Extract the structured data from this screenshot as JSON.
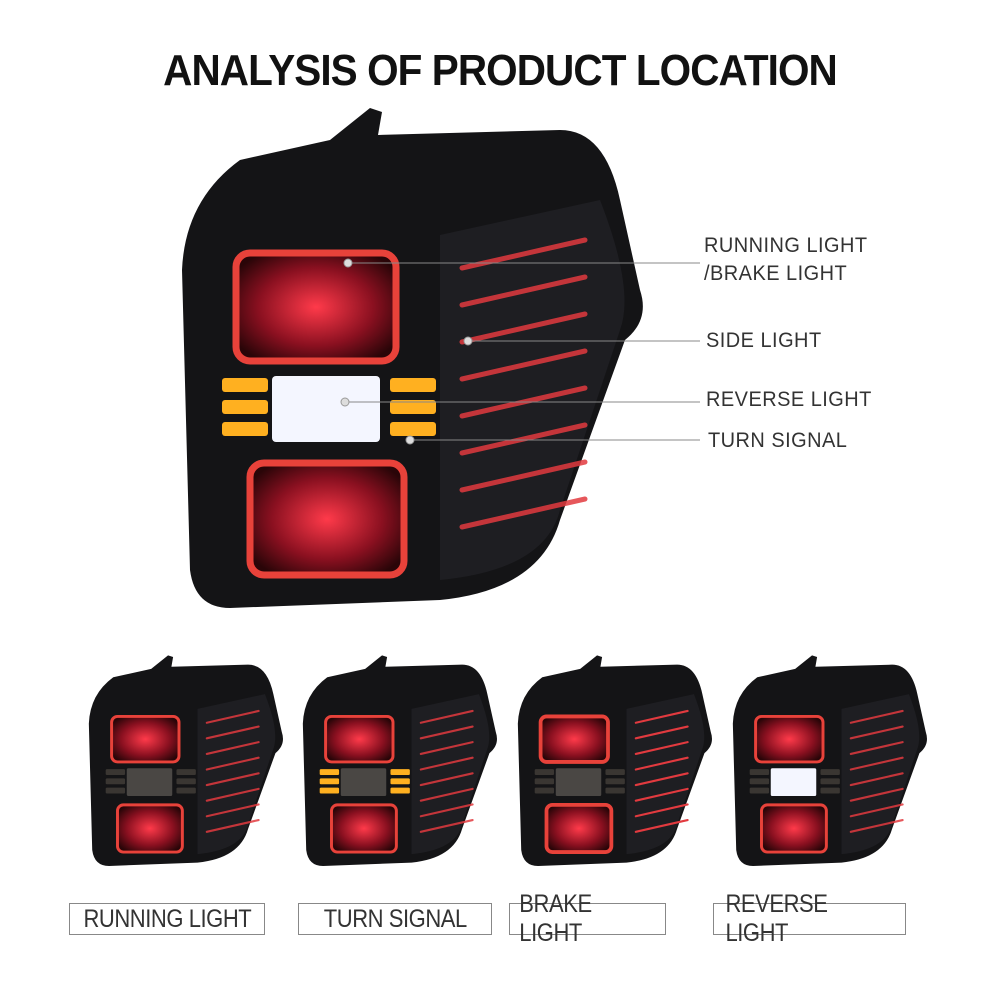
{
  "title": "ANALYSIS OF PRODUCT LOCATION",
  "callouts": [
    {
      "label_line1": "RUNNING LIGHT",
      "label_line2": "/BRAKE LIGHT"
    },
    {
      "label_line1": "SIDE LIGHT"
    },
    {
      "label_line1": "REVERSE LIGHT"
    },
    {
      "label_line1": "TURN SIGNAL"
    }
  ],
  "modes": [
    {
      "label": "RUNNING LIGHT",
      "state": "running"
    },
    {
      "label": "TURN SIGNAL",
      "state": "turn"
    },
    {
      "label": "BRAKE LIGHT",
      "state": "brake"
    },
    {
      "label": "REVERSE LIGHT",
      "state": "reverse"
    }
  ],
  "colors": {
    "halo_red": "#e8423a",
    "amber": "#ffb020",
    "reverse_white": "#f4f6ff",
    "housing": "#141416"
  }
}
